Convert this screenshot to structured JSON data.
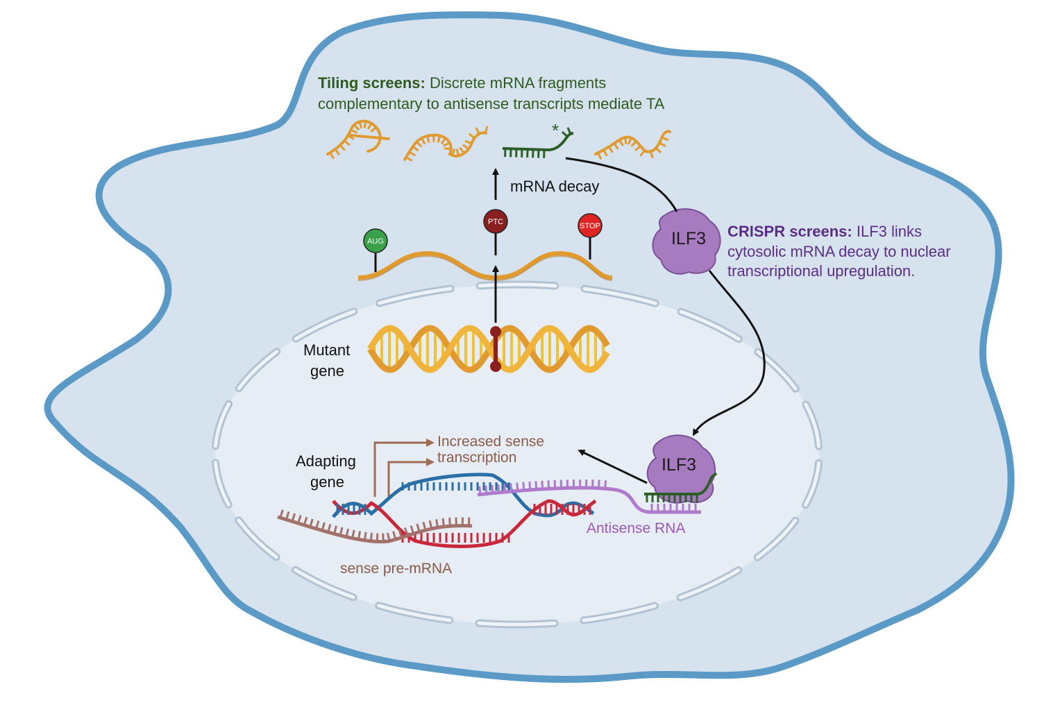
{
  "tiling": {
    "bold": "Tiling screens:",
    "rest": " Discrete mRNA fragments",
    "line2": "complementary to antisense transcripts mediate TA"
  },
  "crispr": {
    "bold": "CRISPR screens:",
    "rest": " ILF3 links",
    "line2": "cytosolic mRNA decay to nuclear",
    "line3": "transcriptional upregulation."
  },
  "labels": {
    "mrna_decay": "mRNA decay",
    "mutant_1": "Mutant",
    "mutant_2": "gene",
    "adapting_1": "Adapting",
    "adapting_2": "gene",
    "increased_1": "Increased sense",
    "increased_2": "transcription",
    "antisense": "Antisense RNA",
    "sense_pre": "sense pre-mRNA",
    "asterisk": "*"
  },
  "markers": {
    "aug": "AUG",
    "ptc": "PTC",
    "stop": "STOP"
  },
  "proteins": {
    "ilf3_top": "ILF3",
    "ilf3_bottom": "ILF3"
  },
  "colors": {
    "cell_fill": "#d6e3ef",
    "cell_border": "#5b9ac7",
    "nucleus_fill": "#e6edf4",
    "mrna_orange": "#e09a2e",
    "fragment_green": "#2e5e28",
    "ilf3_purple": "#a67bbf",
    "aug_green": "#3aa14a",
    "ptc_red": "#8a1f20",
    "stop_red": "#e02424",
    "dna_blue": "#2a6ea6",
    "dna_red": "#c8283a",
    "antisense_violet": "#b07acc",
    "sense_brown": "#a3706a"
  }
}
